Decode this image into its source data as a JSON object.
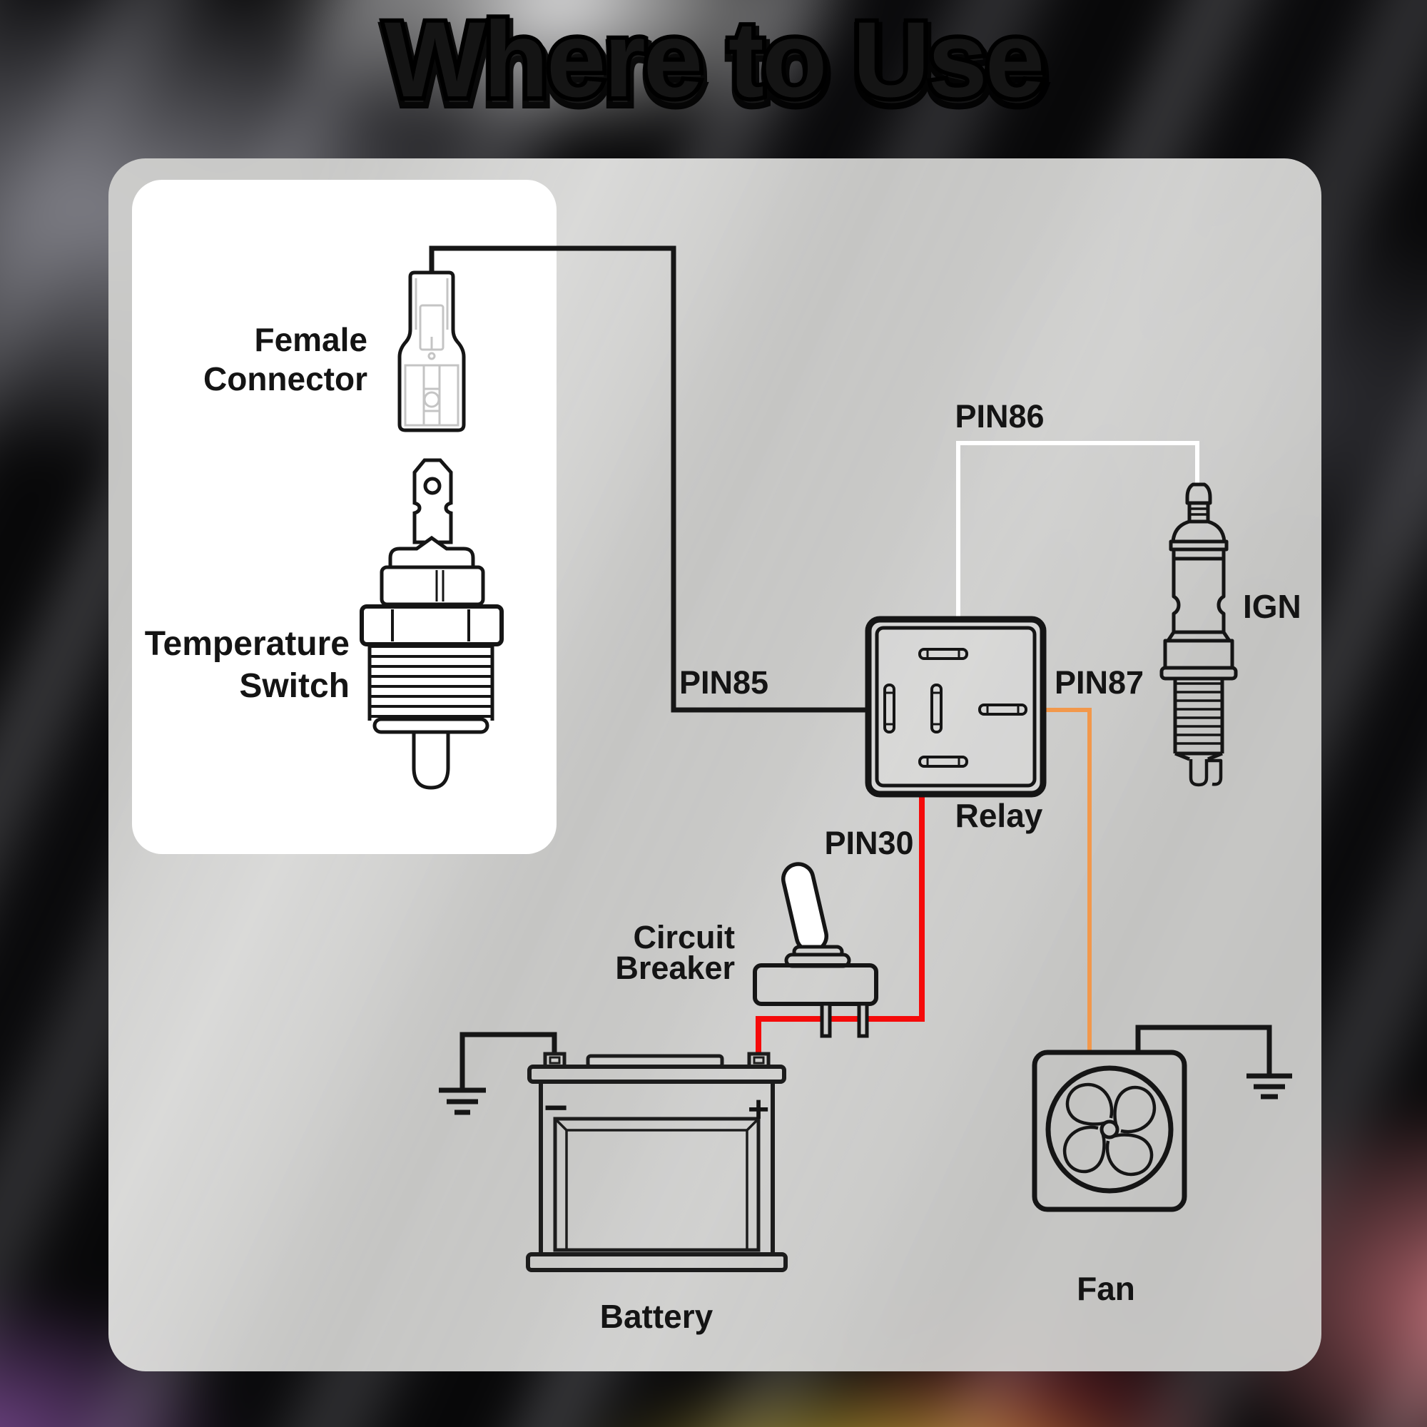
{
  "title": "Where to Use",
  "colors": {
    "wire_black": "#161616",
    "wire_red": "#f50a0a",
    "wire_orange": "#f2984b",
    "wire_white": "#ffffff"
  },
  "labels": {
    "female_line1": "Female",
    "female_line2": "Connector",
    "temp_line1": "Temperature",
    "temp_line2": "Switch",
    "pin85": "PIN85",
    "pin86": "PIN86",
    "pin87": "PIN87",
    "pin30": "PIN30",
    "relay": "Relay",
    "ign": "IGN",
    "breaker_line1": "Circuit",
    "breaker_line2": "Breaker",
    "battery": "Battery",
    "fan": "Fan",
    "battery_minus": "−",
    "battery_plus": "+"
  }
}
